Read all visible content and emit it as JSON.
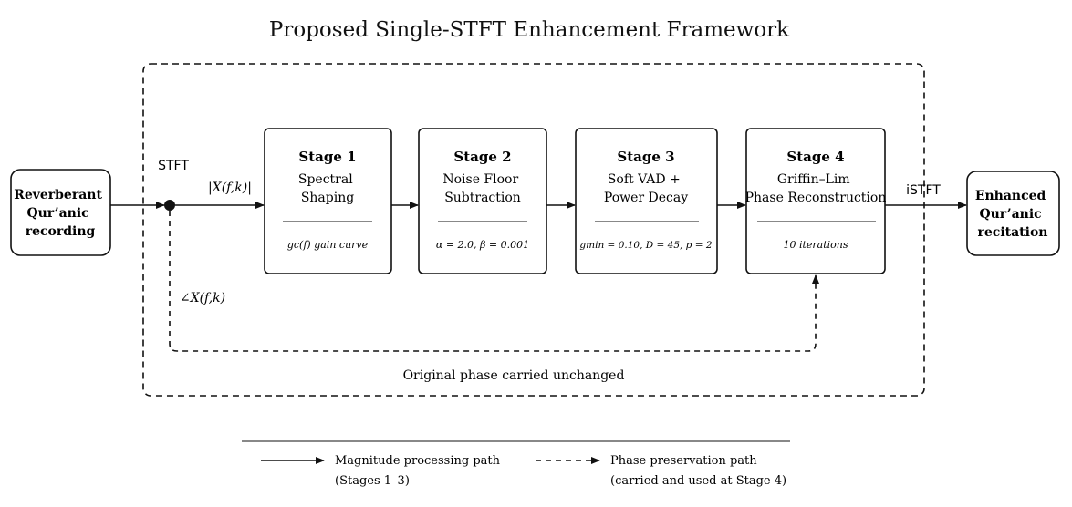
{
  "title": "Proposed Single-STFT Enhancement Framework",
  "input": {
    "lines": [
      "Reverberant",
      "Qur’anic",
      "recording"
    ]
  },
  "output": {
    "lines": [
      "Enhanced",
      "Qur’anic",
      "recitation"
    ]
  },
  "labels": {
    "stft": "STFT",
    "istft": "iSTFT",
    "magnitude": "|X(f,k)|",
    "phase_angle": "∠X(f,k)",
    "phase_note": "Original phase carried unchanged"
  },
  "stages": [
    {
      "title": "Stage 1",
      "lines": [
        "Spectral",
        "Shaping"
      ],
      "param": "gc(f) gain curve"
    },
    {
      "title": "Stage 2",
      "lines": [
        "Noise Floor",
        "Subtraction"
      ],
      "param": "α = 2.0,  β = 0.001"
    },
    {
      "title": "Stage 3",
      "lines": [
        "Soft VAD +",
        "Power Decay"
      ],
      "param": "gmin = 0.10, D = 45, p = 2"
    },
    {
      "title": "Stage 4",
      "lines": [
        "Griffin–Lim",
        "Phase Reconstruction"
      ],
      "param": "10 iterations"
    }
  ],
  "legend": {
    "solid": {
      "line1": "Magnitude processing path",
      "line2": "(Stages 1–3)"
    },
    "dashed": {
      "line1": "Phase preservation path",
      "line2": "(carried and used at Stage 4)"
    }
  }
}
